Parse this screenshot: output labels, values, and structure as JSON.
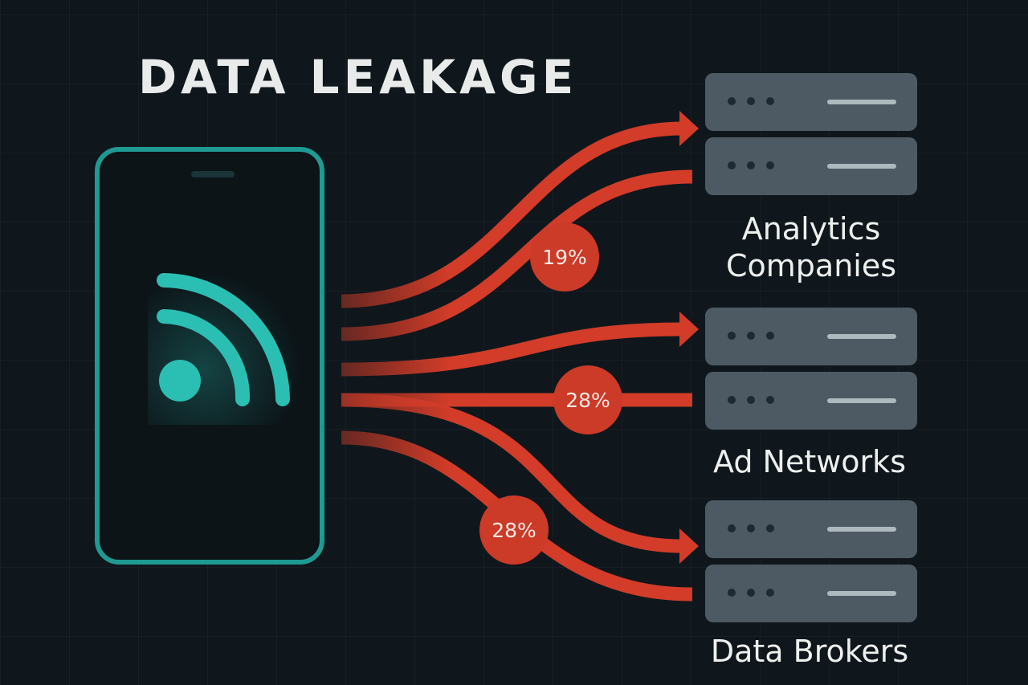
{
  "title": "DATA LEAKAGE",
  "destinations": [
    {
      "label_line1": "Analytics",
      "label_line2": "Companies"
    },
    {
      "label_line1": "Ad Networks",
      "label_line2": ""
    },
    {
      "label_line1": "Data Brokers",
      "label_line2": ""
    }
  ],
  "badges": [
    "19%",
    "28%",
    "28%"
  ],
  "icons": {
    "device": "smartphone-icon",
    "signal": "wireless-signal-icon",
    "server": "server-icon"
  },
  "colors": {
    "background": "#0f171c",
    "phone_outline": "#1f9a92",
    "signal": "#2bbfb3",
    "flow": "#d23c28",
    "server": "#4d5a63",
    "text": "#eef0ee"
  }
}
